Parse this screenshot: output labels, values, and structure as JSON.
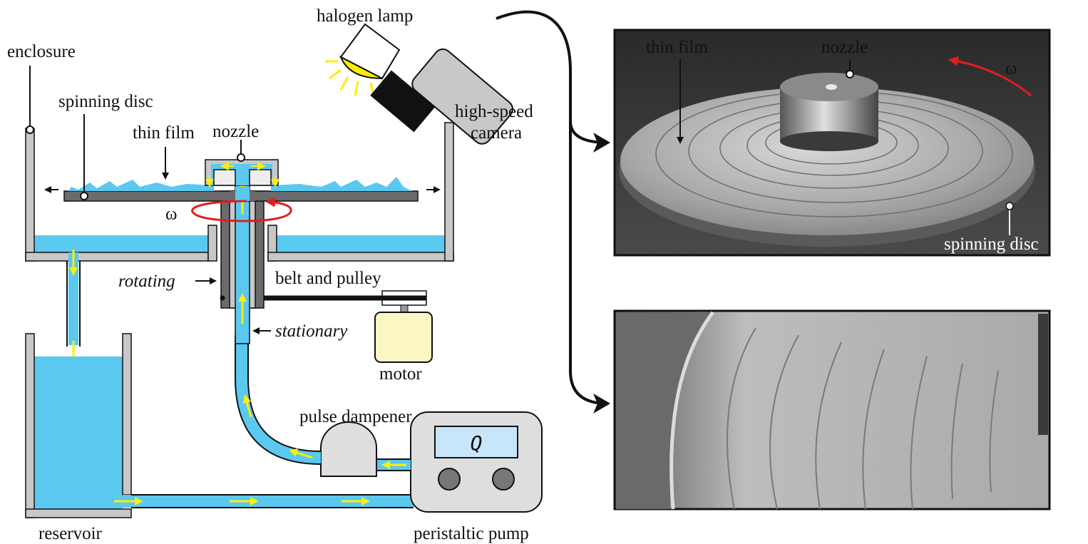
{
  "labels": {
    "enclosure": "enclosure",
    "spinning_disc": "spinning disc",
    "thin_film": "thin film",
    "nozzle": "nozzle",
    "omega": "ω",
    "rotating": "rotating",
    "belt_and_pulley": "belt and pulley",
    "stationary": "stationary",
    "motor": "motor",
    "halogen_lamp": "halogen lamp",
    "high_speed_camera_1": "high-speed",
    "high_speed_camera_2": "camera",
    "pulse_dampener": "pulse dampener",
    "pump_display": "Q",
    "reservoir": "reservoir",
    "peristaltic_pump": "peristaltic pump"
  },
  "photo_top": {
    "thin_film": "thin film",
    "nozzle": "nozzle",
    "omega": "ω",
    "spinning_disc": "spinning disc"
  },
  "colors": {
    "water": "#5bc8f0",
    "arrow_yellow": "#ffee00",
    "omega_red": "#e01e1e",
    "gray": "#c8c8c8",
    "dark_gray": "#6b6b6b",
    "motor": "#fbf6c4",
    "pump_screen": "#c8e6fa"
  }
}
